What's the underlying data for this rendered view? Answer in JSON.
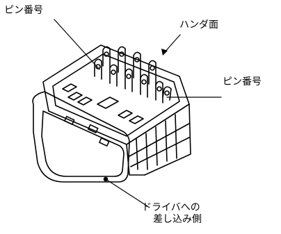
{
  "labels": {
    "pin_number_top": "ピン番号",
    "solder_side": "ハンダ面",
    "pin_number_right": "ピン番号",
    "driver_insert_line1": "ドライバへの",
    "driver_insert_line2": "差し込み側"
  }
}
